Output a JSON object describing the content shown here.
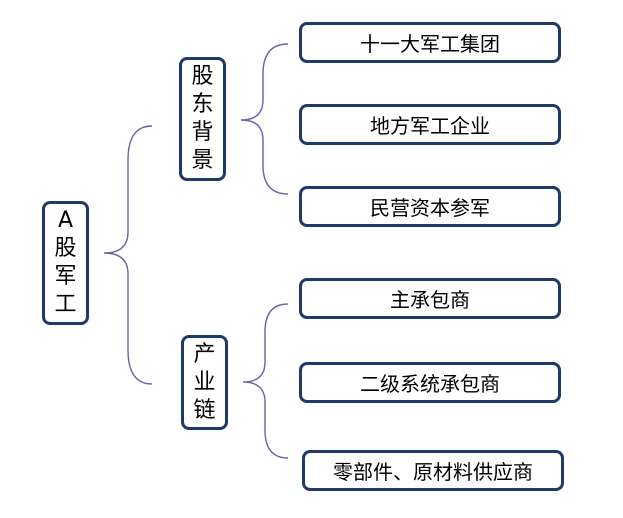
{
  "root": {
    "chars": [
      "A",
      "股",
      "军",
      "工"
    ]
  },
  "branches": [
    {
      "chars": [
        "股",
        "东",
        "背",
        "景"
      ],
      "children": [
        "十一大军工集团",
        "地方军工企业",
        "民营资本参军"
      ]
    },
    {
      "chars": [
        "产",
        "业",
        "链"
      ],
      "children": [
        "主承包商",
        "二级系统承包商",
        "零部件、原材料供应商"
      ]
    }
  ],
  "colors": {
    "border": "#1f3a68",
    "connector": "#6a64a8"
  }
}
